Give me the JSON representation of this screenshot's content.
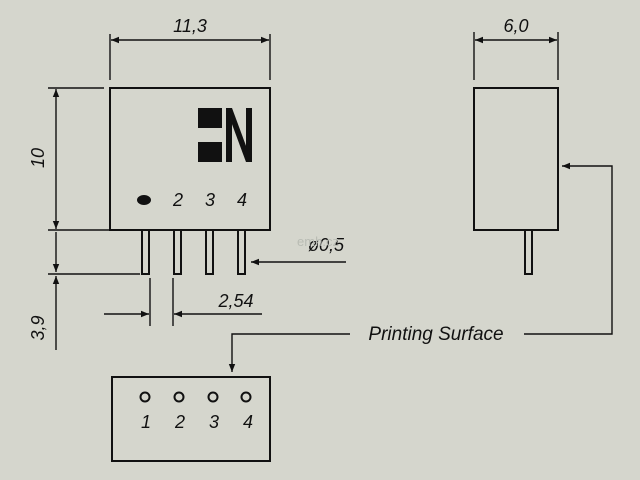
{
  "dimensions": {
    "width": "11,3",
    "height": "10",
    "depth": "6,0",
    "pin_length": "3,9",
    "pin_pitch": "2,54",
    "pin_diameter": "ø0,5"
  },
  "front_view_pins": [
    "2",
    "3",
    "4"
  ],
  "bottom_view_pins": [
    "1",
    "2",
    "3",
    "4"
  ],
  "printing_surface_label": "Printing Surface",
  "watermark": "emh.cz",
  "logo": "HN",
  "colors": {
    "background": "#d5d6cd",
    "ink": "#111111"
  }
}
